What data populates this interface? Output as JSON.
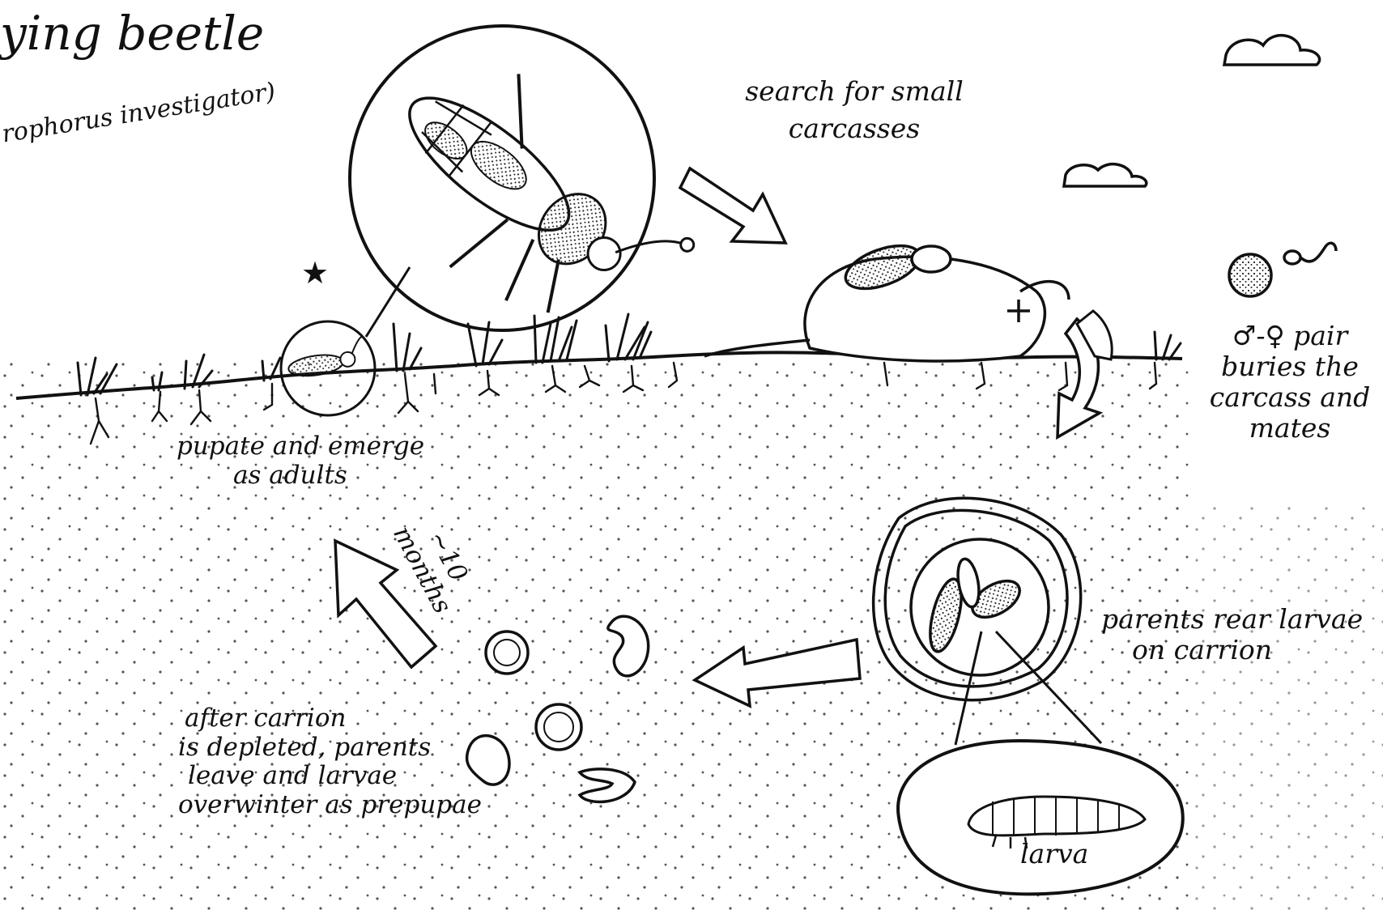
{
  "title": {
    "main": "ying beetle",
    "scientific": "rophorus investigator)"
  },
  "labels": {
    "search": "search for small carcasses",
    "pair_line1": "♂-♀ pair",
    "pair_line2": "buries the",
    "pair_line3": "carcass and",
    "pair_line4": "mates",
    "rear_line1": "parents rear larvae",
    "rear_line2": "on carrion",
    "larva": "larva",
    "overwinter_line1": "after carrion",
    "overwinter_line2": "is depleted, parents",
    "overwinter_line3": "leave and larvae",
    "overwinter_line4": "overwinter as prepupae",
    "duration_line1": "~10",
    "duration_line2": "months",
    "pupate_line1": "pupate and emerge",
    "pupate_line2": "as adults",
    "star": "★"
  },
  "colors": {
    "ink": "#111111",
    "paper": "#ffffff",
    "soil_dots": "#555555"
  },
  "icons": [
    "beetle-icon",
    "carcass-icon",
    "larva-icon",
    "prepupa-icon",
    "cloud-icon",
    "sun-icon",
    "sperm-icon",
    "arrow-icon",
    "grass-icon"
  ]
}
